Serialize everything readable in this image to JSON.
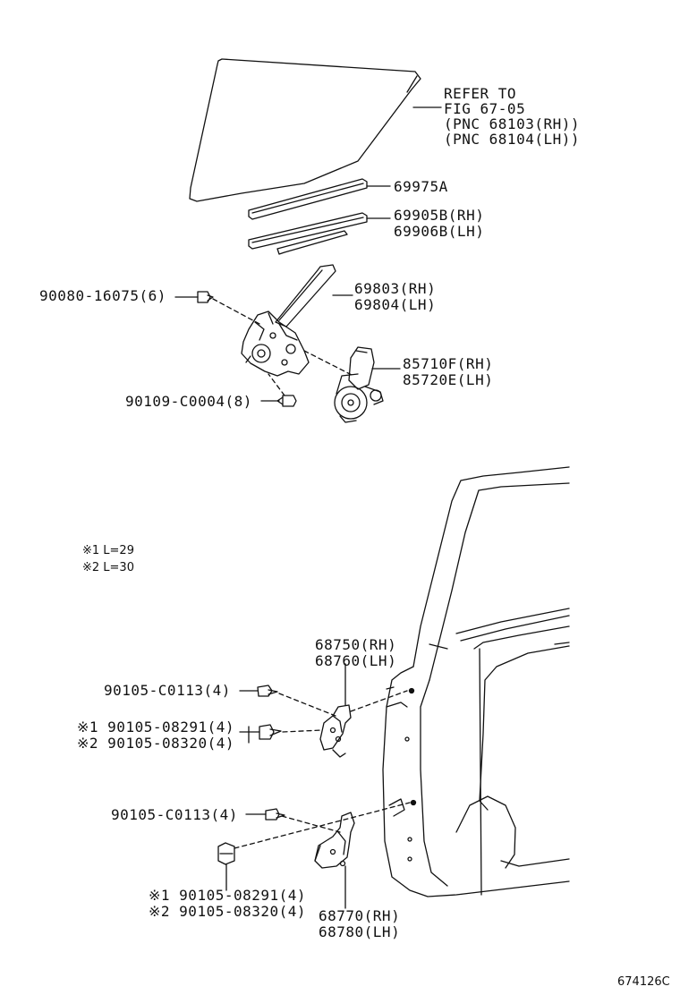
{
  "refer": {
    "line1": "REFER TO",
    "line2": "FIG 67-05",
    "line3": "(PNC 68103(RH))",
    "line4": "(PNC 68104(LH))"
  },
  "labels": {
    "p69975a": "69975A",
    "p69905b": "69905B(RH)",
    "p69906b": "69906B(LH)",
    "p90080": "90080-16075(6)",
    "p69803": "69803(RH)",
    "p69804": "69804(LH)",
    "p85710f": "85710F(RH)",
    "p85720e": "85720E(LH)",
    "p90109": "90109-C0004(8)",
    "p68750": "68750(RH)",
    "p68760": "68760(LH)",
    "p90105_c0113_a": "90105-C0113(4)",
    "p90105_08291_a": "※1 90105-08291(4)",
    "p90105_08320_a": "※2 90105-08320(4)",
    "p90105_c0113_b": "90105-C0113(4)",
    "p90105_08291_b": "※1 90105-08291(4)",
    "p90105_08320_b": "※2 90105-08320(4)",
    "p68770": "68770(RH)",
    "p68780": "68780(LH)"
  },
  "notes": {
    "n1": "※1 L=29",
    "n2": "※2 L=30"
  },
  "figure_code": "674126C"
}
